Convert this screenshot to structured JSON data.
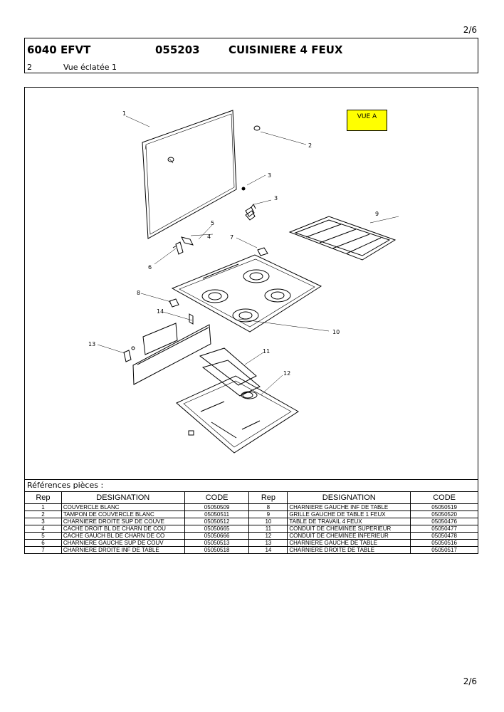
{
  "page": {
    "number": "2/6"
  },
  "header": {
    "model": "6040 EFVT",
    "code": "055203",
    "title": "CUISINIERE 4 FEUX",
    "section": "2",
    "view": "Vue éclatée 1"
  },
  "diagram": {
    "vue_label": "VUE A",
    "callouts": [
      "1",
      "2",
      "3",
      "3",
      "4",
      "5",
      "6",
      "7",
      "8",
      "9",
      "10",
      "11",
      "12",
      "13",
      "14"
    ]
  },
  "references": {
    "label": "Références pièces  :",
    "headers": [
      "Rep",
      "DESIGNATION",
      "CODE",
      "Rep",
      "DESIGNATION",
      "CODE"
    ],
    "rows": [
      [
        "1",
        "COUVERCLE BLANC",
        "05050509",
        "8",
        "CHARNIERE GAUCHE INF DE TABLE",
        "05050519"
      ],
      [
        "2",
        "TAMPON DE COUVERCLE BLANC",
        "05050511",
        "9",
        "GRILLE GAUCHE DE TABLE 1 FEUX",
        "05050520"
      ],
      [
        "3",
        "CHARNIERE DROITE SUP DE COUVE",
        "05050512",
        "10",
        "TABLE DE TRAVAIL 4 FEUX",
        "05050476"
      ],
      [
        "4",
        "CACHE DROIT BL DE CHARN DE COU",
        "05050665",
        "11",
        "CONDUIT DE CHEMINEE SUPERIEUR",
        "05050477"
      ],
      [
        "5",
        "CACHE GAUCH BL DE CHARN DE CO",
        "05050666",
        "12",
        "CONDUIT DE CHEMINEE INFERIEUR",
        "05050478"
      ],
      [
        "6",
        "CHARNIERE GAUCHE SUP DE COUV",
        "05050513",
        "13",
        "CHARNIERE GAUCHE DE TABLE",
        "05050516"
      ],
      [
        "7",
        "CHARNIERE DROITE INF DE TABLE",
        "05050518",
        "14",
        "CHARNIERE DROITE DE TABLE",
        "05050517"
      ]
    ]
  }
}
